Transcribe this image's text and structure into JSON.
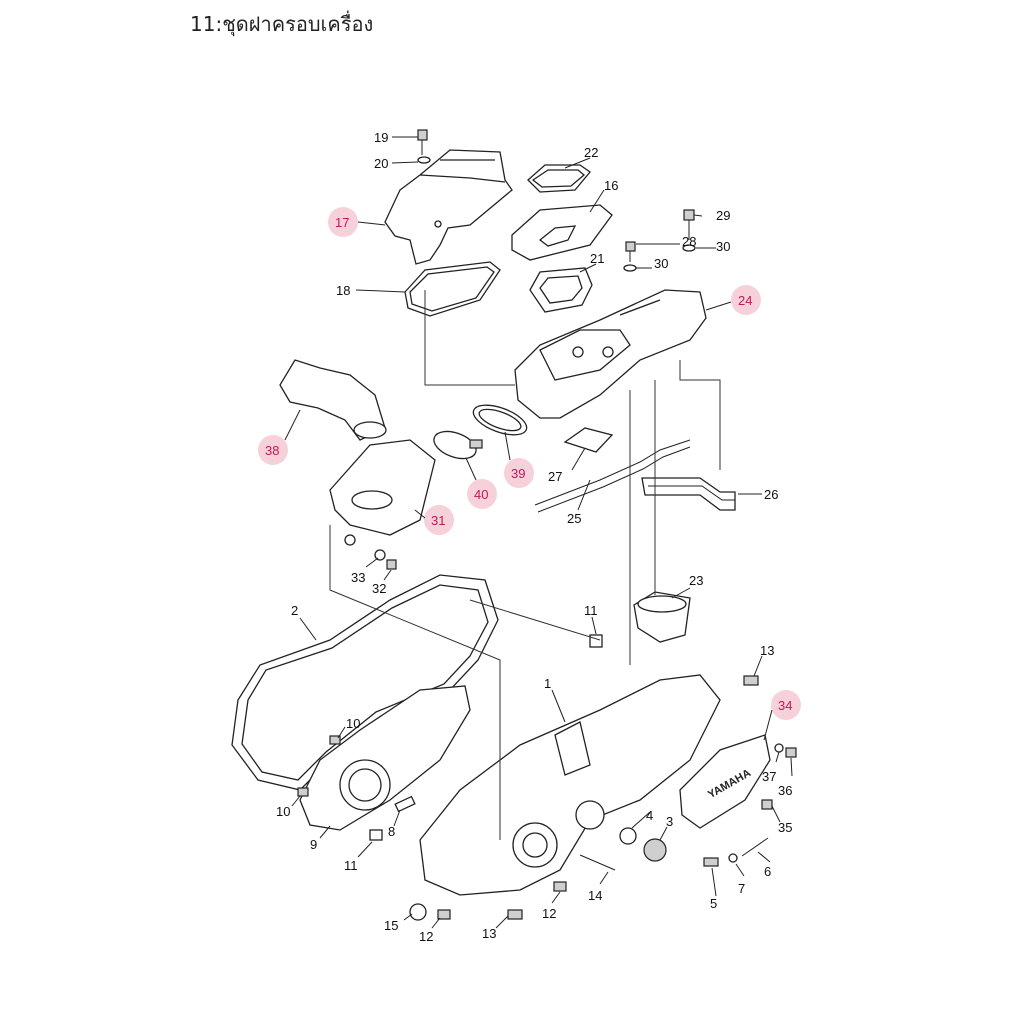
{
  "title": "11:ชุดฝาครอบเครื่อง",
  "parts": {
    "p1": "1",
    "p2": "2",
    "p3": "3",
    "p4": "4",
    "p5": "5",
    "p6": "6",
    "p7": "7",
    "p8": "8",
    "p9": "9",
    "p10a": "10",
    "p10b": "10",
    "p11a": "11",
    "p11b": "11",
    "p12a": "12",
    "p12b": "12",
    "p13a": "13",
    "p13b": "13",
    "p14": "14",
    "p15": "15",
    "p16": "16",
    "p17": "17",
    "p18": "18",
    "p19": "19",
    "p20": "20",
    "p21": "21",
    "p22": "22",
    "p23": "23",
    "p24": "24",
    "p25": "25",
    "p26": "26",
    "p27": "27",
    "p28": "28",
    "p29": "29",
    "p30a": "30",
    "p30b": "30",
    "p31": "31",
    "p32": "32",
    "p33": "33",
    "p34": "34",
    "p35": "35",
    "p36": "36",
    "p37": "37",
    "p38": "38",
    "p39": "39",
    "p40": "40"
  },
  "brand_mark": "YAMAHA",
  "colors": {
    "highlight": "#f6c9d2",
    "highlight_text": "#c2185b",
    "line": "#222222"
  }
}
